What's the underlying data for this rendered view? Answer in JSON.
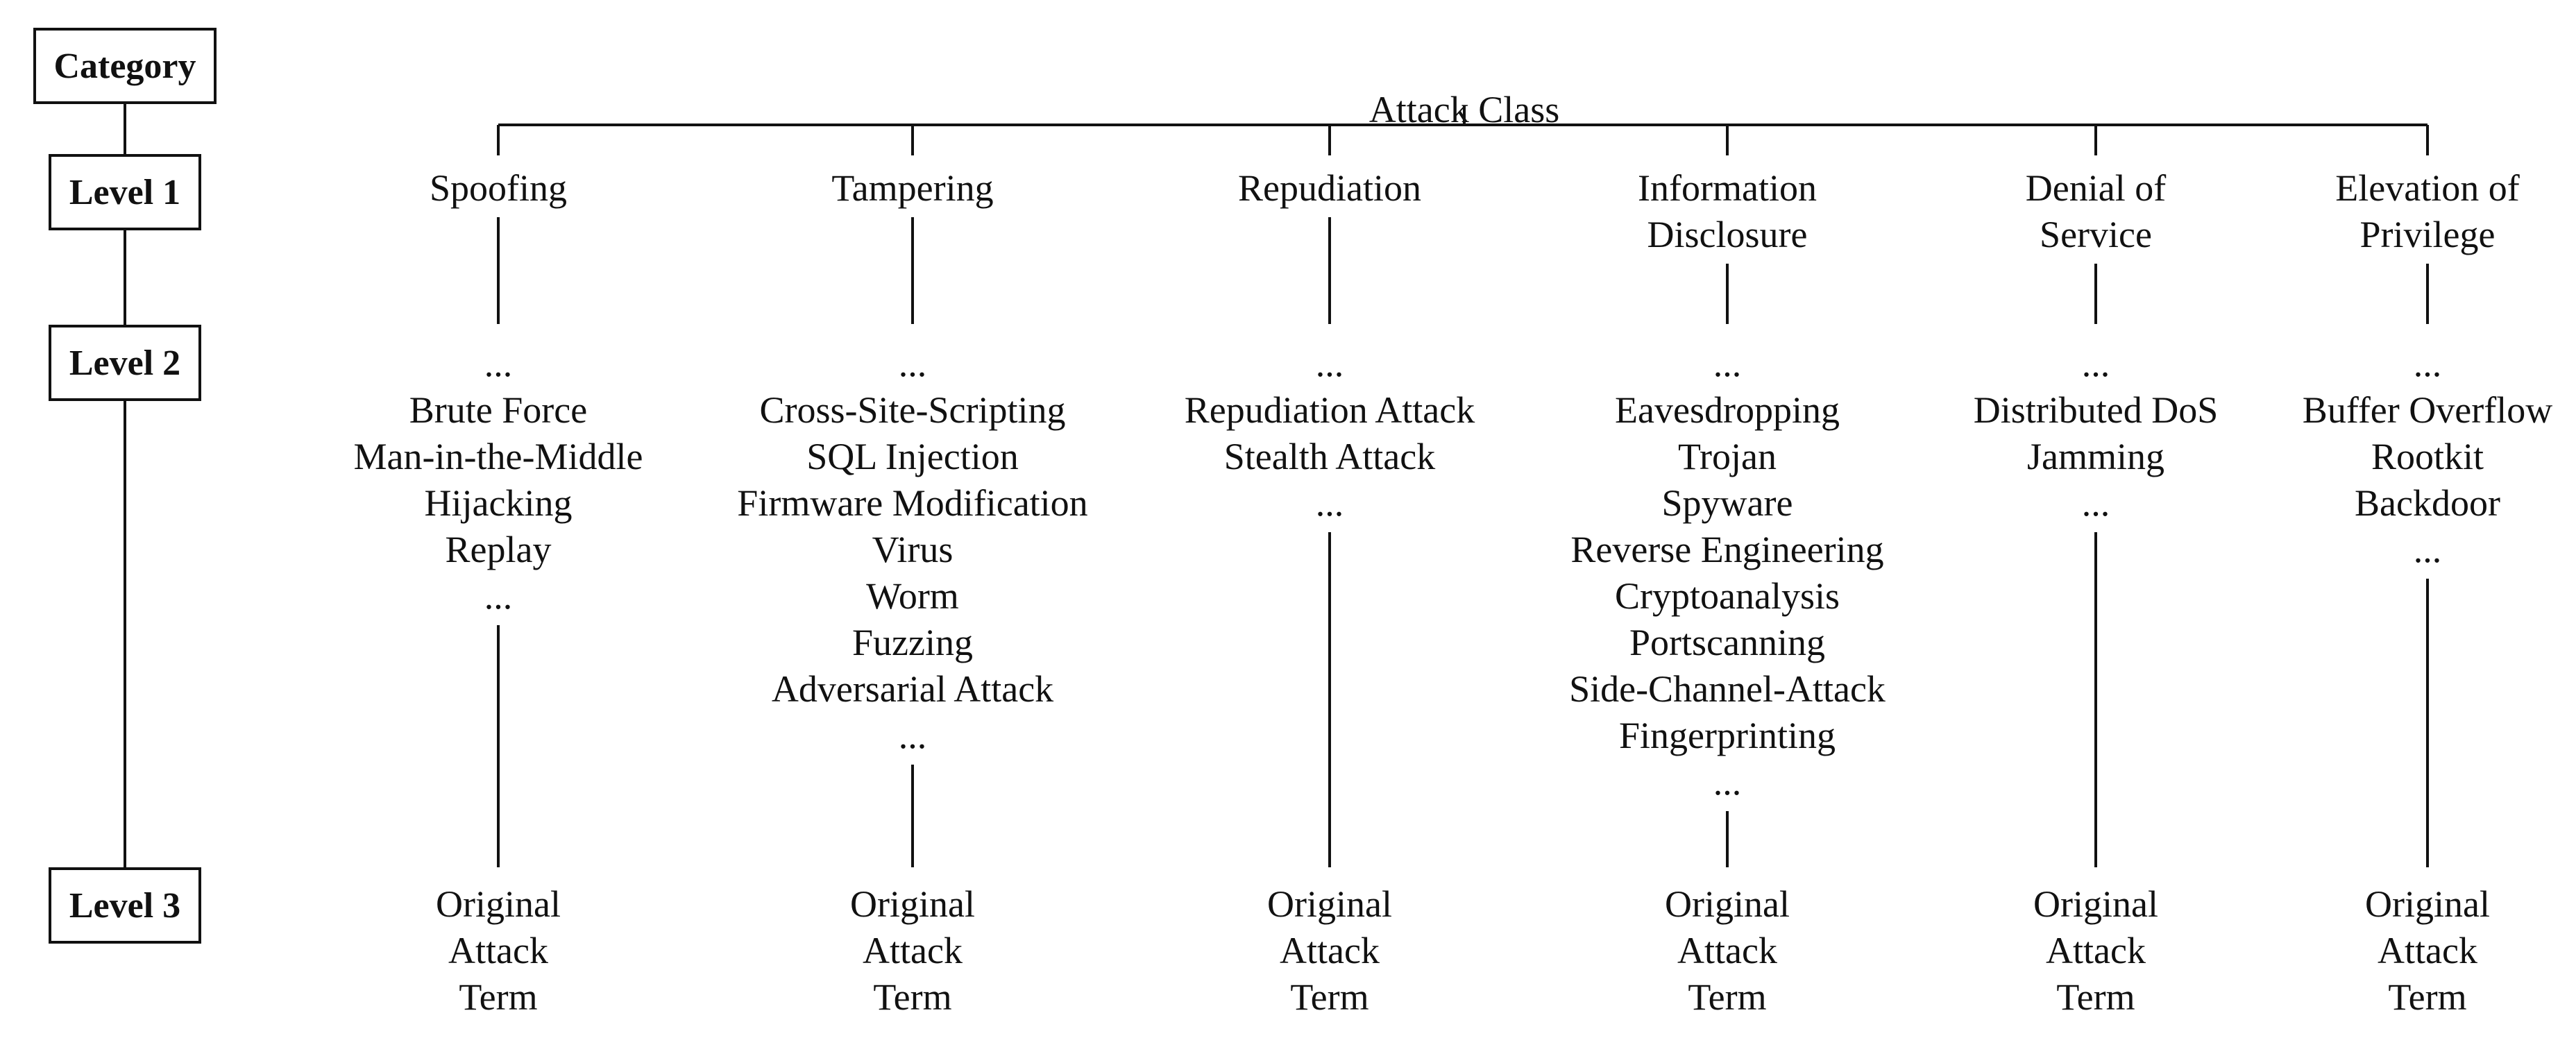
{
  "categories": {
    "title": "Category",
    "level1": "Level 1",
    "level2": "Level 2",
    "level3": "Level 3"
  },
  "root": "Attack Class",
  "classes": [
    {
      "level1": [
        "Spoofing"
      ],
      "level2": [
        "...",
        "Brute Force",
        "Man-in-the-Middle",
        "Hijacking",
        "Replay",
        "..."
      ],
      "level3": [
        "Original",
        "Attack",
        "Term"
      ]
    },
    {
      "level1": [
        "Tampering"
      ],
      "level2": [
        "...",
        "Cross-Site-Scripting",
        "SQL Injection",
        "Firmware Modification",
        "Virus",
        "Worm",
        "Fuzzing",
        "Adversarial Attack",
        "..."
      ],
      "level3": [
        "Original",
        "Attack",
        "Term"
      ]
    },
    {
      "level1": [
        "Repudiation"
      ],
      "level2": [
        "...",
        "Repudiation Attack",
        "Stealth Attack",
        "..."
      ],
      "level3": [
        "Original",
        "Attack",
        "Term"
      ]
    },
    {
      "level1": [
        "Information",
        "Disclosure"
      ],
      "level2": [
        "...",
        "Eavesdropping",
        "Trojan",
        "Spyware",
        "Reverse Engineering",
        "Cryptoanalysis",
        "Portscanning",
        "Side-Channel-Attack",
        "Fingerprinting",
        "..."
      ],
      "level3": [
        "Original",
        "Attack",
        "Term"
      ]
    },
    {
      "level1": [
        "Denial of",
        "Service"
      ],
      "level2": [
        "...",
        "Distributed DoS",
        "Jamming",
        "..."
      ],
      "level3": [
        "Original",
        "Attack",
        "Term"
      ]
    },
    {
      "level1": [
        "Elevation of",
        "Privilege"
      ],
      "level2": [
        "...",
        "Buffer Overflow",
        "Rootkit",
        "Backdoor",
        "..."
      ],
      "level3": [
        "Original",
        "Attack",
        "Term"
      ]
    }
  ]
}
